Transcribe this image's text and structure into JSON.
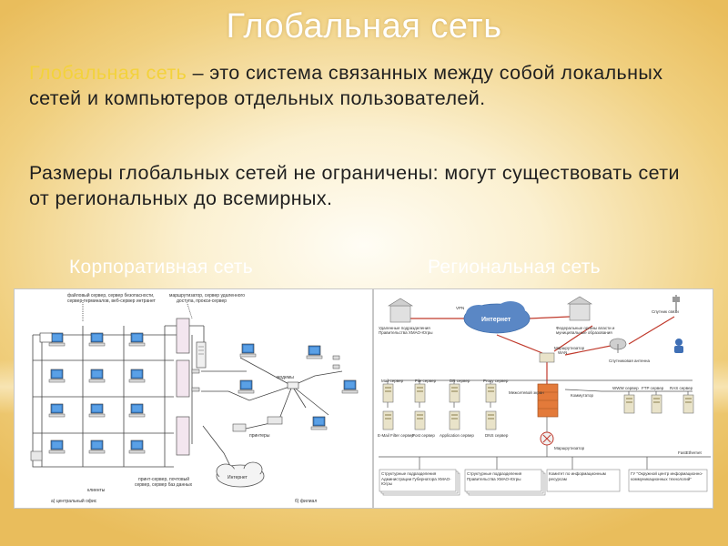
{
  "slide": {
    "title": "Глобальная сеть",
    "definition_term": "Глобальная сеть",
    "definition_rest": " – это система связанных между собой локальных сетей и компьютеров отдельных пользователей.",
    "paragraph2": "Размеры глобальных сетей не ограничены: могут существовать сети от региональных до всемирных."
  },
  "captions": {
    "left": "Корпоративная сеть",
    "right": "Региональная сеть"
  },
  "colors": {
    "term": "#f3d23c",
    "title": "#ffffff",
    "body_text": "#1f1f1f",
    "background_gold": "#e9bd5c"
  },
  "corporate_diagram": {
    "label_top1": "файловый сервер, сервер безопасности,",
    "label_top1b": "сервер терминалов, веб-сервер интранет",
    "label_top2": "маршрутизатор, сервер удаленного",
    "label_top2b": "доступа, прокси-сервер",
    "label_modems": "модемы",
    "label_printers": "принтеры",
    "label_internet": "Интернет",
    "label_print_server": "принт-сервер, почтовый",
    "label_print_server_b": "сервер, сервер баз данных",
    "label_clients": "клиенты",
    "label_central": "а) центральный офис",
    "label_branch": "б) филиал"
  },
  "regional_diagram": {
    "vpn": "VPN",
    "internet": "Интернет",
    "remote_units": "Удаленные подразделения",
    "remote_units_b": "Правительства ХМАО-Югры",
    "federal": "Федеральные органы власти и",
    "federal_b": "муниципальные образования",
    "sat_channel": "Спутник связи",
    "sat_antenna": "Спутниковая антенна",
    "router": "Маршрутизатор",
    "router_b": "WAN",
    "firewall": "Межсетевой экран",
    "switch": "Коммутатор",
    "mail": "Mail сервер",
    "file": "File сервер",
    "dr": "DR сервер",
    "proxy": "Proxy сервер",
    "www": "WWW сервер",
    "ftp": "FTP сервер",
    "ras": "RAS сервер",
    "emf": "E-Mail Filter сервер",
    "post": "Post сервер",
    "app": "Application сервер",
    "dns": "DNS сервер",
    "router2": "Маршрутизатор",
    "fe": "FastEthernet",
    "box1": "Структурные подразделения Администрации Губернатора ХМАО-Югры",
    "box2": "Структурные подразделения Правительства ХМАО-Югры",
    "box3": "Комитет по информационным ресурсам",
    "box4": "ГУ \"Окружной центр информационно-коммуникационных технологий\""
  }
}
